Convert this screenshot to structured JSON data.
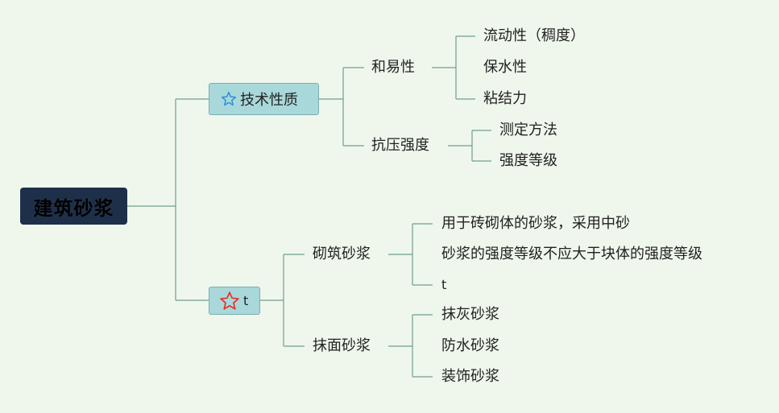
{
  "root": {
    "label": "建筑砂浆"
  },
  "branch1": {
    "label": "技术性质",
    "icon": "star-outline-blue-icon",
    "children": {
      "workability": {
        "label": "和易性",
        "items": [
          "流动性（稠度）",
          "保水性",
          "粘结力"
        ]
      },
      "strength": {
        "label": "抗压强度",
        "items": [
          "测定方法",
          "强度等级"
        ]
      }
    }
  },
  "branch2": {
    "label": "t",
    "icon": "star-outline-red-icon",
    "children": {
      "masonry": {
        "label": "砌筑砂浆",
        "items": [
          "用于砖砌体的砂浆，采用中砂",
          "砂浆的强度等级不应大于块体的强度等级",
          "t"
        ]
      },
      "plaster": {
        "label": "抹面砂浆",
        "items": [
          "抹灰砂浆",
          "防水砂浆",
          "装饰砂浆"
        ]
      }
    }
  },
  "colors": {
    "background": "#eff7ec",
    "root_fill": "#1e2f4a",
    "topic_fill": "#a9d8da",
    "connector": "#6f9e8a",
    "star_blue": "#2f8fd8",
    "star_red": "#e0352b"
  }
}
